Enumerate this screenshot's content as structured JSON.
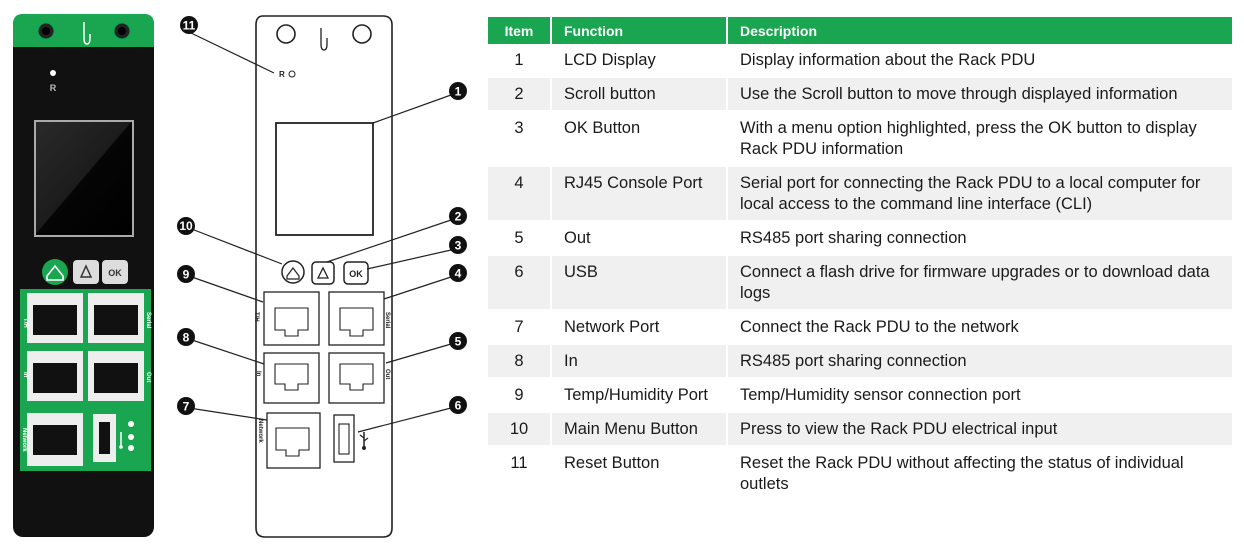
{
  "colors": {
    "accent": "#1aa650",
    "pdu_body": "#111111",
    "row_alt": "#f0f0f0"
  },
  "photo": {
    "reset_label": "R",
    "home_icon": "home-icon",
    "scroll_icon": "up-triangle-icon",
    "ok_label": "OK",
    "port_labels": {
      "th": "T/H",
      "serial": "Serial",
      "in": "In",
      "out": "Out",
      "network": "Network"
    },
    "usb_icon": "usb-icon"
  },
  "diagram": {
    "reset_label": "R",
    "ok_label": "OK",
    "port_labels": {
      "th": "T/H",
      "serial": "Serial",
      "in": "In",
      "out": "Out",
      "network": "Network"
    },
    "callouts": [
      "1",
      "2",
      "3",
      "4",
      "5",
      "6",
      "7",
      "8",
      "9",
      "10",
      "11"
    ]
  },
  "table": {
    "headers": [
      "Item",
      "Function",
      "Description"
    ],
    "rows": [
      {
        "item": "1",
        "function": "LCD Display",
        "description": "Display information about the Rack PDU"
      },
      {
        "item": "2",
        "function": "Scroll button",
        "description": "Use the Scroll button to move through displayed information"
      },
      {
        "item": "3",
        "function": "OK Button",
        "description": "With a menu option highlighted, press the OK button to display Rack PDU information"
      },
      {
        "item": "4",
        "function": "RJ45 Console Port",
        "description": "Serial port for connecting the Rack PDU to a local computer for local access to the command line interface (CLI)"
      },
      {
        "item": "5",
        "function": "Out",
        "description": "RS485 port sharing connection"
      },
      {
        "item": "6",
        "function": "USB",
        "description": "Connect a flash drive for firmware upgrades or to download data logs"
      },
      {
        "item": "7",
        "function": "Network Port",
        "description": "Connect the Rack PDU to the network"
      },
      {
        "item": "8",
        "function": "In",
        "description": "RS485 port sharing connection"
      },
      {
        "item": "9",
        "function": "Temp/Humidity Port",
        "description": "Temp/Humidity sensor connection port"
      },
      {
        "item": "10",
        "function": "Main Menu Button",
        "description": "Press to view the Rack PDU electrical input"
      },
      {
        "item": "11",
        "function": "Reset Button",
        "description": "Reset the Rack PDU without affecting the status of individual outlets"
      }
    ]
  }
}
